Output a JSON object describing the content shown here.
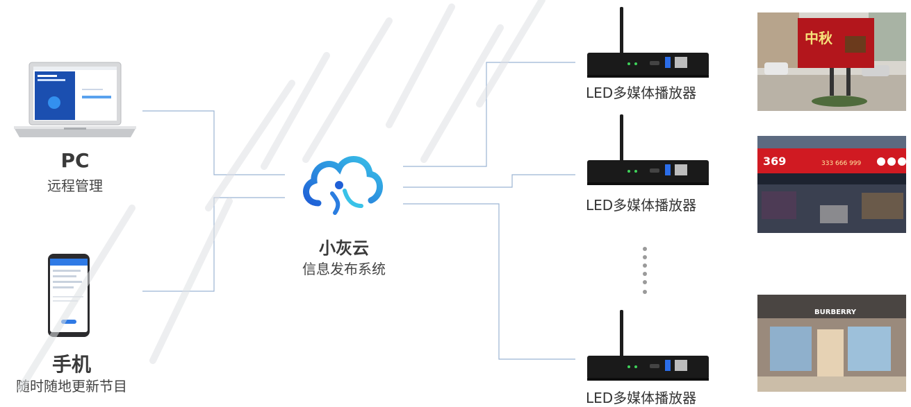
{
  "pc": {
    "title": "PC",
    "subtitle": "远程管理"
  },
  "phone": {
    "title": "手机",
    "subtitle": "随时随地更新节目"
  },
  "cloud": {
    "title": "小灰云",
    "subtitle": "信息发布系统"
  },
  "players": [
    {
      "label": "LED多媒体播放器"
    },
    {
      "label": "LED多媒体播放器"
    },
    {
      "label": "LED多媒体播放器"
    }
  ],
  "screens": [
    {
      "text": "中秋"
    },
    {
      "text": "369",
      "text2": "333 666 999"
    },
    {
      "text": "BURBERRY"
    }
  ],
  "colors": {
    "line": "#9bb3d3",
    "cloud_dark": "#1f5fd6",
    "cloud_light": "#39c2e8",
    "player_body": "#1a1a1a"
  }
}
